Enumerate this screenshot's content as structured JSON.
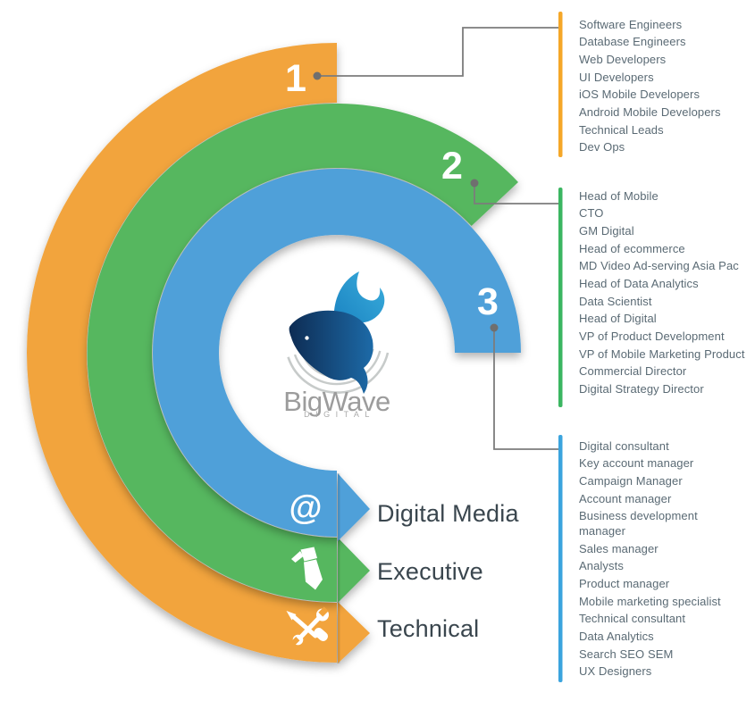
{
  "brand": {
    "name": "BigWave",
    "tagline": "DIGITAL",
    "logo_icon": "whale-icon",
    "whale_gradient": [
      "#0D2B52",
      "#1E6FAE",
      "#1B84C2",
      "#3AADDC"
    ]
  },
  "icons": {
    "at_symbol": "@"
  },
  "colors": {
    "orange": "#F2A43C",
    "green": "#57B75F",
    "blue": "#4FA0D9",
    "bar_orange": "#F5A728",
    "bar_green": "#3BB661",
    "bar_blue": "#3BA4DE",
    "heading_text": "#3A464E",
    "list_text": "#5A6A74",
    "connector": "#7C7C7C",
    "connector_dot": "#6F6F6F",
    "number_text": "#FFFFFF",
    "logo_text": "#9C9C9C",
    "logo_waves": "#C7CBCA"
  },
  "rings": [
    {
      "number": "1",
      "category": "Technical",
      "icon": "wrench-screwdriver-icon",
      "color": "#F2A43C",
      "roles": [
        "Software Engineers",
        "Database Engineers",
        "Web Developers",
        "UI Developers",
        "iOS Mobile Developers",
        "Android Mobile Developers",
        "Technical Leads",
        "Dev Ops"
      ]
    },
    {
      "number": "2",
      "category": "Executive",
      "icon": "necktie-icon",
      "color": "#57B75F",
      "roles": [
        "Head of Mobile",
        "CTO",
        "GM Digital",
        "Head of ecommerce",
        "MD Video Ad-serving Asia Pac",
        "Head of Data Analytics",
        "Data Scientist",
        "Head of Digital",
        "VP of Product Development",
        "VP of Mobile Marketing Product",
        "Commercial Director",
        "Digital Strategy Director"
      ]
    },
    {
      "number": "3",
      "category": "Digital Media",
      "icon": "at-icon",
      "color": "#4FA0D9",
      "roles": [
        "Digital consultant",
        "Key account manager",
        "Campaign Manager",
        "Account manager",
        "Business development\nmanager",
        "Sales manager",
        "Analysts",
        "Product manager",
        "Mobile marketing specialist",
        "Technical consultant",
        "Data Analytics",
        "Search SEO SEM",
        "UX Designers"
      ]
    }
  ]
}
